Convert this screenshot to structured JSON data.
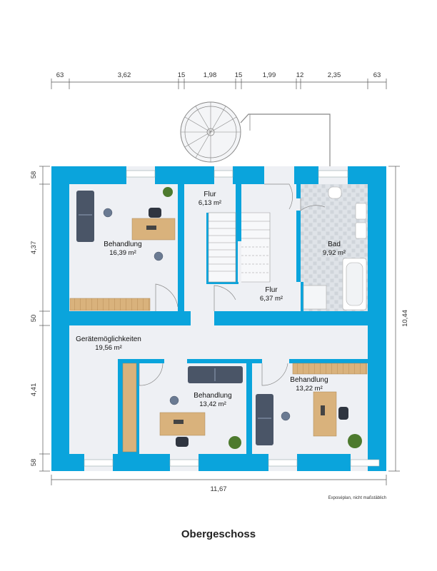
{
  "plan": {
    "title": "Obergeschoss",
    "note": "Exposéplan, nicht maßstäblich",
    "wall_color": "#0aa4dc",
    "floor_color": "#eef0f4",
    "tile_color": "#dfe3e8"
  },
  "dimensions": {
    "top": [
      "63",
      "3,62",
      "15",
      "1,98",
      "15",
      "1,99",
      "12",
      "2,35",
      "63"
    ],
    "left": [
      "58",
      "4,37",
      "50",
      "4,41",
      "58"
    ],
    "right": "10,44",
    "bottom": "11,67"
  },
  "rooms": {
    "behandlung_1": {
      "name": "Behandlung",
      "area": "16,39 m²"
    },
    "flur_1": {
      "name": "Flur",
      "area": "6,13 m²"
    },
    "flur_2": {
      "name": "Flur",
      "area": "6,37 m²"
    },
    "bad": {
      "name": "Bad",
      "area": "9,92 m²"
    },
    "geraete": {
      "name": "Gerätemöglichkeiten",
      "area": "19,56 m²"
    },
    "behandlung_2": {
      "name": "Behandlung",
      "area": "13,42 m²"
    },
    "behandlung_3": {
      "name": "Behandlung",
      "area": "13,22 m²"
    }
  }
}
